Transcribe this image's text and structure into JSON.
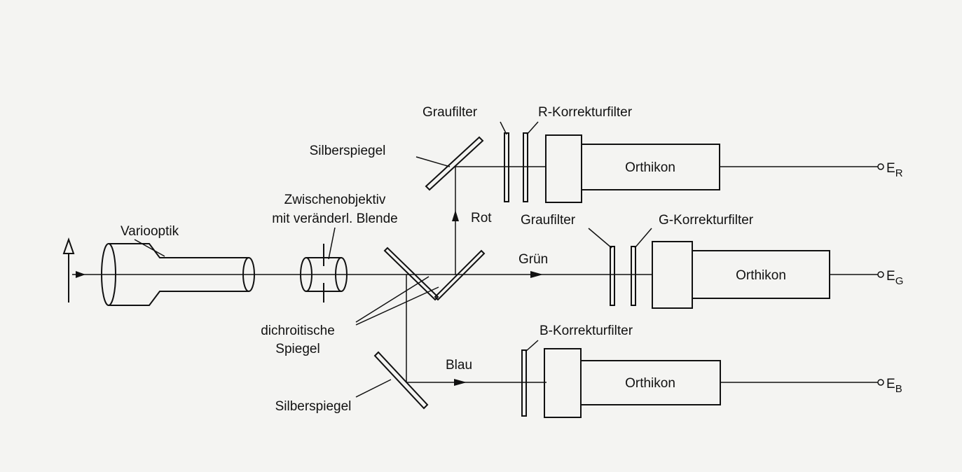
{
  "labels": {
    "variooptik": "Variooptik",
    "zwischen_1": "Zwischenobjektiv",
    "zwischen_2": "mit veränderl. Blende",
    "dichro_1": "dichroitische",
    "dichro_2": "Spiegel",
    "silber_top": "Silberspiegel",
    "silber_bottom": "Silberspiegel",
    "rot": "Rot",
    "gruen": "Grün",
    "blau": "Blau",
    "graufilter_r": "Graufilter",
    "graufilter_g": "Graufilter",
    "r_korrektur": "R-Korrekturfilter",
    "g_korrektur": "G-Korrekturfilter",
    "b_korrektur": "B-Korrekturfilter",
    "orthikon_r": "Orthikon",
    "orthikon_g": "Orthikon",
    "orthikon_b": "Orthikon",
    "out_r_main": "E",
    "out_r_sub": "R",
    "out_g_main": "E",
    "out_g_sub": "G",
    "out_b_main": "E",
    "out_b_sub": "B"
  },
  "colors": {
    "ink": "#111111",
    "paper": "#f4f4f2",
    "bleed": "#c9c9c6"
  }
}
